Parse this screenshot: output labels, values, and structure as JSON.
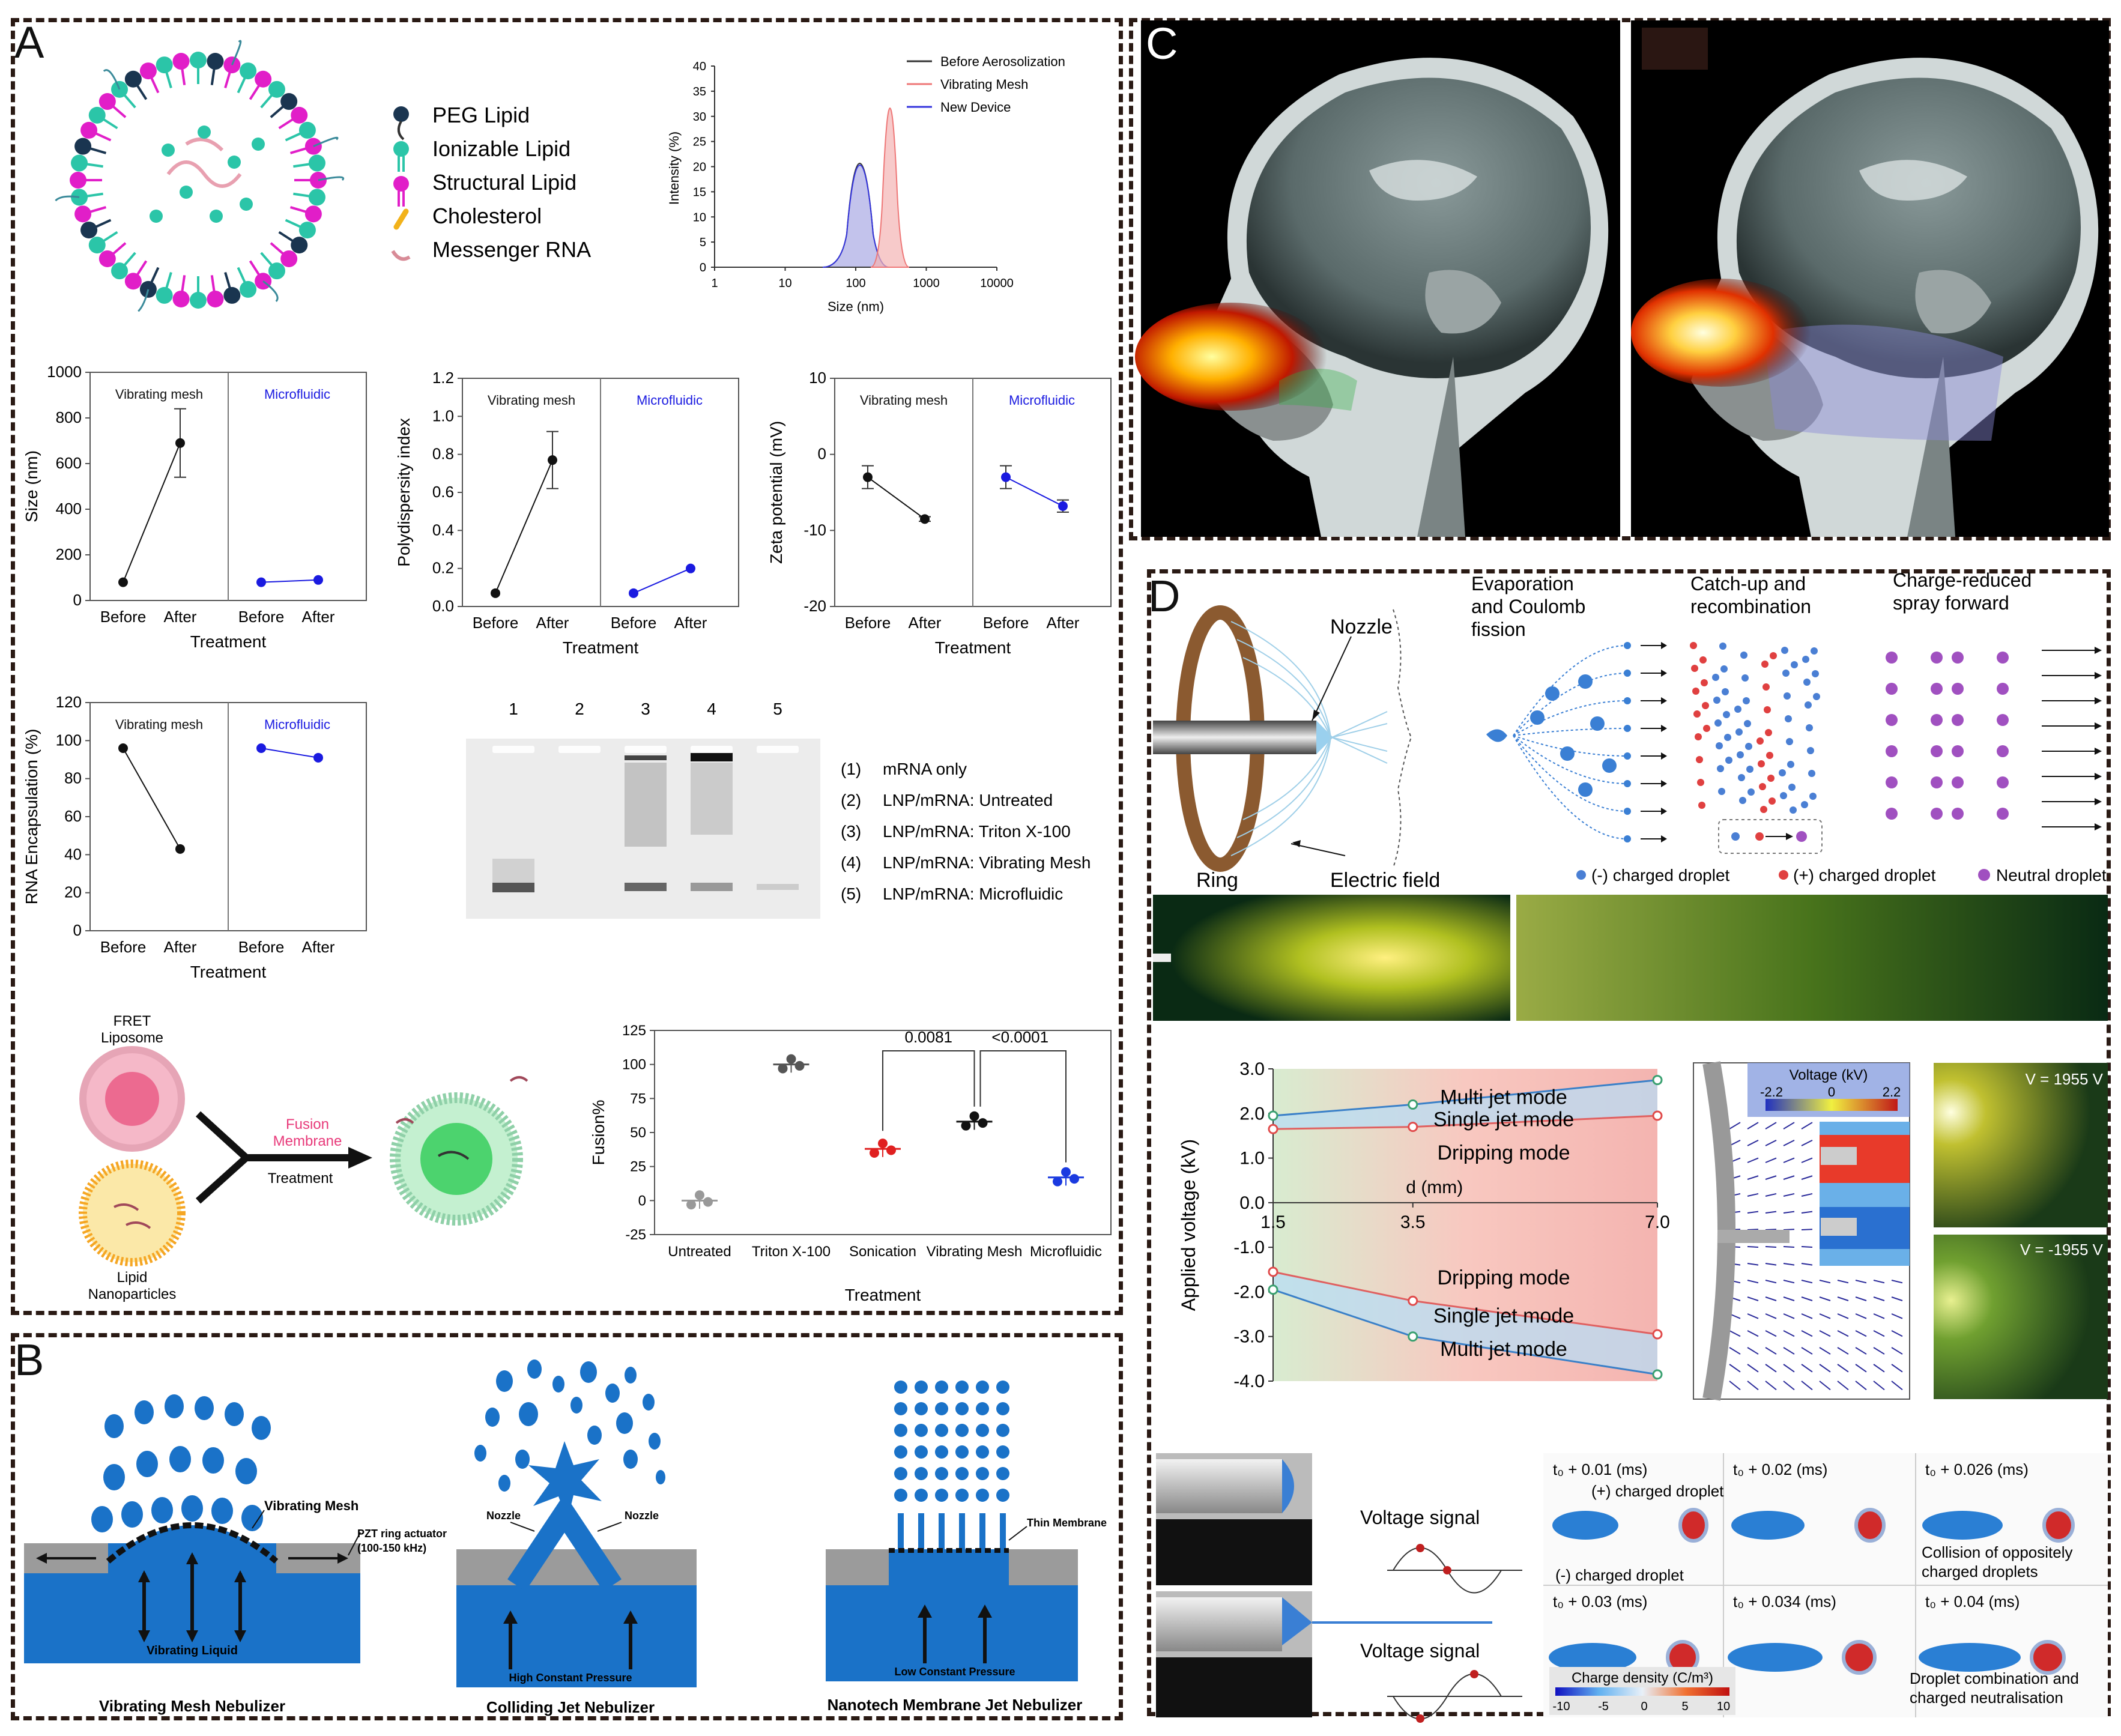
{
  "panels": {
    "a": "A",
    "b": "B",
    "c": "C",
    "d": "D"
  },
  "lnp_legend": [
    "PEG Lipid",
    "Ionizable Lipid",
    "Structural Lipid",
    "Cholesterol",
    "Messenger RNA"
  ],
  "dls": {
    "ylabel": "Intensity (%)",
    "xlabel": "Size (nm)",
    "yticks": [
      "0",
      "5",
      "10",
      "15",
      "20",
      "25",
      "30",
      "35",
      "40"
    ],
    "xticks": [
      "1",
      "10",
      "100",
      "1000",
      "10000"
    ],
    "legend": [
      "Before Aerosolization",
      "Vibrating Mesh",
      "New Device"
    ]
  },
  "common": {
    "vm": "Vibrating mesh",
    "mf": "Microfluidic",
    "before": "Before",
    "after": "After",
    "treatment": "Treatment"
  },
  "chart_data": [
    {
      "type": "line",
      "ylabel": "Size (nm)",
      "xlabel": "Treatment",
      "ylim": [
        0,
        1000
      ],
      "yticks": [
        "0",
        "200",
        "400",
        "600",
        "800",
        "1000"
      ],
      "categories": [
        "Before",
        "After"
      ],
      "series": [
        {
          "name": "Vibrating mesh",
          "values": [
            80,
            690
          ],
          "err": [
            0,
            150
          ]
        },
        {
          "name": "Microfluidic",
          "values": [
            80,
            90
          ],
          "err": [
            0,
            0
          ]
        }
      ]
    },
    {
      "type": "line",
      "ylabel": "Polydispersity index",
      "xlabel": "Treatment",
      "ylim": [
        0,
        1.2
      ],
      "yticks": [
        "0.0",
        "0.2",
        "0.4",
        "0.6",
        "0.8",
        "1.0",
        "1.2"
      ],
      "categories": [
        "Before",
        "After"
      ],
      "series": [
        {
          "name": "Vibrating mesh",
          "values": [
            0.07,
            0.77
          ],
          "err": [
            0,
            0.15
          ]
        },
        {
          "name": "Microfluidic",
          "values": [
            0.07,
            0.2
          ],
          "err": [
            0,
            0
          ]
        }
      ]
    },
    {
      "type": "line",
      "ylabel": "Zeta potential (mV)",
      "xlabel": "Treatment",
      "ylim": [
        -20,
        10
      ],
      "yticks": [
        "-20",
        "-10",
        "0",
        "10"
      ],
      "categories": [
        "Before",
        "After"
      ],
      "series": [
        {
          "name": "Vibrating mesh",
          "values": [
            -3,
            -8.5
          ],
          "err": [
            1.5,
            0.3
          ]
        },
        {
          "name": "Microfluidic",
          "values": [
            -3,
            -6.8
          ],
          "err": [
            1.5,
            0.8
          ]
        }
      ]
    },
    {
      "type": "line",
      "ylabel": "RNA Encapsulation (%)",
      "xlabel": "Treatment",
      "ylim": [
        0,
        120
      ],
      "yticks": [
        "0",
        "20",
        "40",
        "60",
        "80",
        "100",
        "120"
      ],
      "categories": [
        "Before",
        "After"
      ],
      "series": [
        {
          "name": "Vibrating mesh",
          "values": [
            96,
            43
          ],
          "err": [
            0,
            0
          ]
        },
        {
          "name": "Microfluidic",
          "values": [
            96,
            91
          ],
          "err": [
            0,
            0
          ]
        }
      ]
    },
    {
      "type": "scatter",
      "ylabel": "Fusion%",
      "xlabel": "Treatment",
      "ylim": [
        -25,
        125
      ],
      "yticks": [
        "-25",
        "0",
        "25",
        "50",
        "75",
        "100",
        "125"
      ],
      "categories": [
        "Untreated",
        "Triton X-100",
        "Sonication",
        "Vibrating Mesh",
        "Microfluidic"
      ],
      "values": [
        0,
        100,
        38,
        58,
        17
      ],
      "p_values": [
        "0.0081",
        "<0.0001"
      ]
    },
    {
      "type": "line",
      "ylabel": "Applied voltage (kV)",
      "xlabel": "d (mm)",
      "x": [
        1.5,
        3.5,
        7.0
      ],
      "xticks": [
        "1.5",
        "3.5",
        "7.0"
      ],
      "ylim": [
        -4,
        3
      ],
      "yticks": [
        "3.0",
        "2.0",
        "1.0",
        "0.0",
        "-1.0",
        "-2.0",
        "-3.0",
        "-4.0"
      ],
      "series": [
        {
          "values": [
            1.95,
            2.2,
            2.75
          ]
        },
        {
          "values": [
            1.65,
            1.7,
            1.95
          ]
        },
        {
          "values": [
            -1.55,
            -2.2,
            -2.95
          ]
        },
        {
          "values": [
            -1.95,
            -3.0,
            -3.85
          ]
        }
      ],
      "annotations": [
        "Multi jet mode",
        "Single jet mode",
        "Dripping mode",
        "Dripping mode",
        "Single jet mode",
        "Multi jet mode"
      ]
    }
  ],
  "gel": {
    "lanes": [
      "1",
      "2",
      "3",
      "4",
      "5"
    ],
    "legend": [
      "(1)",
      "mRNA only",
      "(2)",
      "LNP/mRNA: Untreated",
      "(3)",
      "LNP/mRNA: Triton X-100",
      "(4)",
      "LNP/mRNA: Vibrating Mesh",
      "(5)",
      "LNP/mRNA: Microfluidic"
    ]
  },
  "fret": {
    "liposome": [
      "FRET",
      "Liposome"
    ],
    "membrane": [
      "Membrane",
      "Fusion"
    ],
    "treatment": "Treatment",
    "lnp": [
      "Lipid",
      "Nanoparticles"
    ]
  },
  "nebulizers": {
    "vm": {
      "mesh": "Vibrating Mesh",
      "pzt": [
        "PZT ring actuator",
        "(100-150 kHz)"
      ],
      "liquid": "Vibrating Liquid",
      "title": "Vibrating Mesh Nebulizer"
    },
    "cj": {
      "nozzle": "Nozzle",
      "pressure": "High Constant Pressure",
      "title": "Colliding Jet Nebulizer"
    },
    "nm": {
      "membrane": "Thin Membrane",
      "pressure": "Low Constant Pressure",
      "title": "Nanotech Membrane Jet Nebulizer"
    }
  },
  "electrospray": {
    "nozzle": "Nozzle",
    "ring": "Ring",
    "efield": "Electric field",
    "stage1": [
      "Evaporation",
      "and Coulomb",
      "fission"
    ],
    "stage2": [
      "Catch-up and",
      "recombination"
    ],
    "stage3": [
      "Charge-reduced",
      "spray forward"
    ],
    "legend": [
      "(-) charged droplet",
      "(+) charged droplet",
      "Neutral droplet"
    ]
  },
  "sim": {
    "voltage_title": "Voltage (kV)",
    "scale": [
      "-2.2",
      "0",
      "2.2"
    ],
    "v_pos": "V = 1955 V",
    "v_neg": "V = -1955 V"
  },
  "signal": "Voltage signal",
  "times": [
    "t₀ + 0.01 (ms)",
    "t₀ + 0.02 (ms)",
    "t₀ + 0.026 (ms)",
    "t₀ + 0.03 (ms)",
    "t₀ + 0.034 (ms)",
    "t₀ + 0.04 (ms)"
  ],
  "collision": {
    "pos": "(+) charged droplet",
    "neg": "(-) charged droplet",
    "collision": [
      "Collision of oppositely",
      "charged droplets"
    ],
    "combo": [
      "Droplet combination and",
      "charged neutralisation"
    ],
    "density_title": "Charge density (C/m³)",
    "density_ticks": [
      "-10",
      "-5",
      "0",
      "5",
      "10"
    ]
  },
  "colors": {
    "vm": "#111111",
    "mf": "#1a1ae0",
    "dls_black": "#333333",
    "dls_red": "#ee7777",
    "dls_blue": "#3333dd"
  }
}
